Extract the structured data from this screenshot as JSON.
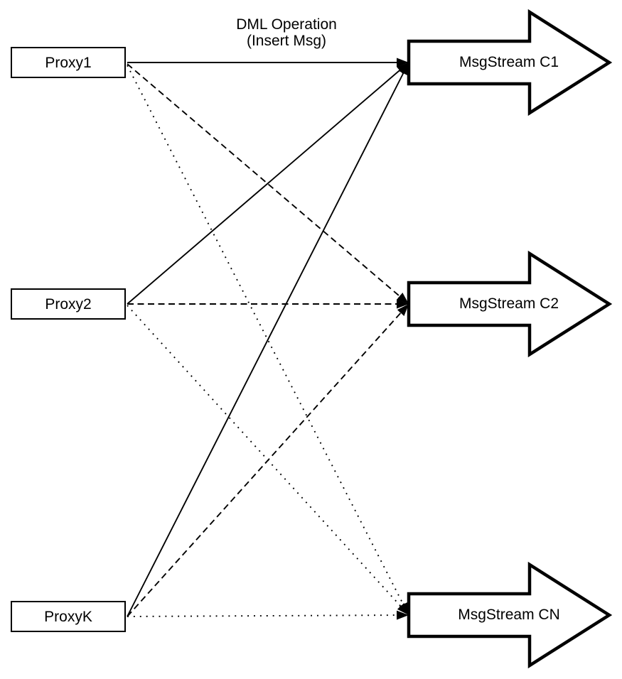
{
  "diagram_title": {
    "line1": "DML Operation",
    "line2": "(Insert Msg)"
  },
  "proxies": [
    {
      "id": "proxy1",
      "label": "Proxy1"
    },
    {
      "id": "proxy2",
      "label": "Proxy2"
    },
    {
      "id": "proxyk",
      "label": "ProxyK"
    }
  ],
  "streams": [
    {
      "id": "msgstream-c1",
      "label": "MsgStream C1"
    },
    {
      "id": "msgstream-c2",
      "label": "MsgStream C2"
    },
    {
      "id": "msgstream-cn",
      "label": "MsgStream CN"
    }
  ],
  "edges": [
    {
      "from": "Proxy1",
      "to": "MsgStream C1",
      "style": "solid"
    },
    {
      "from": "Proxy2",
      "to": "MsgStream C1",
      "style": "solid"
    },
    {
      "from": "ProxyK",
      "to": "MsgStream C1",
      "style": "solid"
    },
    {
      "from": "Proxy1",
      "to": "MsgStream C2",
      "style": "dashed"
    },
    {
      "from": "Proxy2",
      "to": "MsgStream C2",
      "style": "dashed"
    },
    {
      "from": "ProxyK",
      "to": "MsgStream C2",
      "style": "dashed"
    },
    {
      "from": "Proxy1",
      "to": "MsgStream CN",
      "style": "dotted"
    },
    {
      "from": "Proxy2",
      "to": "MsgStream CN",
      "style": "dotted"
    },
    {
      "from": "ProxyK",
      "to": "MsgStream CN",
      "style": "dotted"
    }
  ],
  "colors": {
    "line": "#000000",
    "shape_fill": "#ffffff",
    "text": "#000000",
    "background": "#ffffff"
  }
}
